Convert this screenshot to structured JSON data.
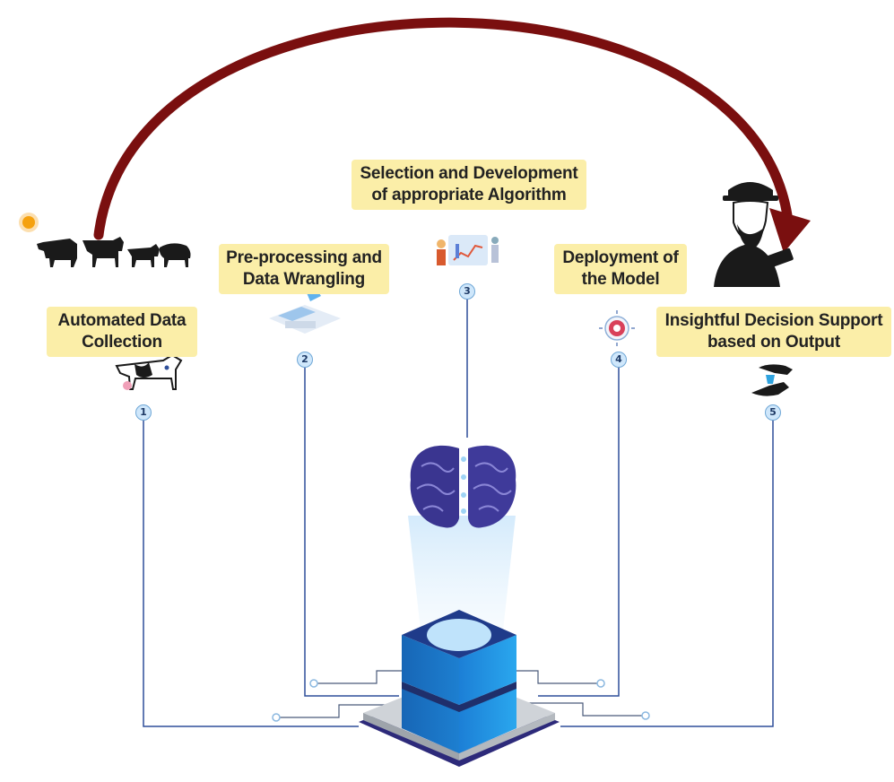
{
  "steps": [
    {
      "number": "1",
      "line1": "Automated Data",
      "line2": "Collection"
    },
    {
      "number": "2",
      "line1": "Pre-processing and",
      "line2": "Data Wrangling"
    },
    {
      "number": "3",
      "line1": "Selection and Development",
      "line2": "of appropriate Algorithm"
    },
    {
      "number": "4",
      "line1": "Deployment of",
      "line2": "the Model"
    },
    {
      "number": "5",
      "line1": "Insightful Decision Support",
      "line2": "based on Output"
    }
  ],
  "colors": {
    "arrow": "#7a0f0f",
    "connector": "#2f4f9a",
    "label_bg": "#fbeea8",
    "cube_top": "#1f8fe0",
    "cube_dark": "#1f2f6b",
    "brain": "#3a3590"
  },
  "icons": [
    "sun-icon",
    "livestock-icon",
    "cow-sensor-icon",
    "data-pipeline-icon",
    "algorithm-analytics-icon",
    "model-gear-icon",
    "farmer-tablet-icon",
    "hand-support-icon",
    "brain-icon",
    "processor-cube-icon"
  ]
}
